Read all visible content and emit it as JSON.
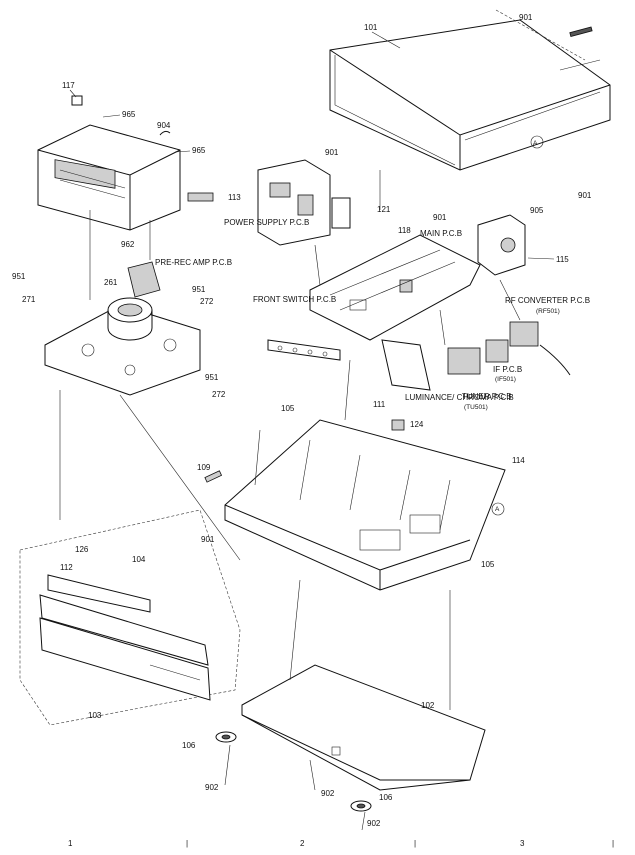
{
  "diagram": {
    "callouts": {
      "c101": "101",
      "c901a": "901",
      "c117": "117",
      "c965a": "965",
      "c904": "904",
      "c965b": "965",
      "c113": "113",
      "c901b": "901",
      "power_supply": "POWER SUPPLY P.C.B",
      "c121": "121",
      "c901c": "901",
      "c118": "118",
      "main_pcb": "MAIN P.C.B",
      "c901d": "901",
      "c905": "905",
      "c115": "115",
      "c962": "962",
      "pre_rec": "PRE-REC AMP P.C.B",
      "c261": "261",
      "c951a": "951",
      "c951b": "951",
      "c271": "271",
      "c272a": "272",
      "front_switch": "FRONT SWITCH P.C.B",
      "rf_converter": "RF CONVERTER P.C.B",
      "rf_code": "(RF501)",
      "if_pcb": "IF P.C.B",
      "if_code": "(IF501)",
      "tuner_pcb": "TUNER P.C.B",
      "tuner_code": "(TU501)",
      "luminance": "LUMINANCE/ CHROMA P.C.B",
      "c111": "111",
      "c951c": "951",
      "c272b": "272",
      "c105a": "105",
      "c124": "124",
      "c109": "109",
      "c114": "114",
      "marker_a": "A",
      "c126": "126",
      "c104": "104",
      "c901e": "901",
      "c112": "112",
      "c105b": "105",
      "c103": "103",
      "c102": "102",
      "c106a": "106",
      "c902a": "902",
      "c902b": "902",
      "c106b": "106",
      "c902c": "902"
    },
    "footer_marks": [
      "1",
      "|",
      "2",
      "|",
      "3",
      "|"
    ]
  }
}
